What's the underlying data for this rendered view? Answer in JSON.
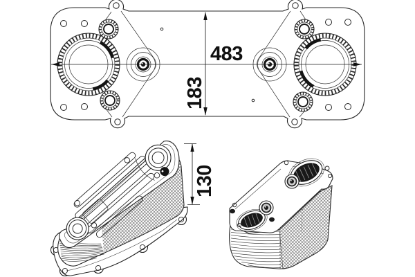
{
  "drawing": {
    "background_color": "#ffffff",
    "line_color": "#242424",
    "dimensions": {
      "width": "483",
      "height": "183",
      "stack_height": "130"
    }
  }
}
